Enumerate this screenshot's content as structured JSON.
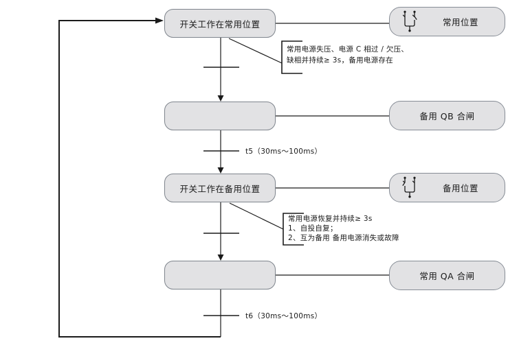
{
  "diagram": {
    "type": "flowchart",
    "states": [
      {
        "label": "开关工作在常用位置"
      },
      {
        "label": ""
      },
      {
        "label": "开关工作在备用位置"
      },
      {
        "label": ""
      }
    ],
    "status_boxes": [
      {
        "label": "常用位置",
        "icon": "transfer-switch-normal-icon"
      },
      {
        "label": "备用 QB 合闸",
        "icon": ""
      },
      {
        "label": "备用位置",
        "icon": "transfer-switch-backup-icon"
      },
      {
        "label": "常用 QA 合闸",
        "icon": ""
      }
    ],
    "conditions": [
      {
        "lines": [
          "常用电源失压、电源 C 相过 / 欠压、",
          "缺相并持续≥ 3s，备用电源存在"
        ]
      },
      {
        "lines": [
          "常用电源恢复并持续≥ 3s",
          "1、自投自复；",
          "2、互为备用  备用电源消失或故障"
        ]
      }
    ],
    "timers": [
      {
        "label": "t5（30ms～100ms）"
      },
      {
        "label": "t6（30ms～100ms）"
      }
    ],
    "colors": {
      "box_fill": "#e2e2e4",
      "box_border": "#82878f",
      "line": "#1a1a1a"
    }
  }
}
